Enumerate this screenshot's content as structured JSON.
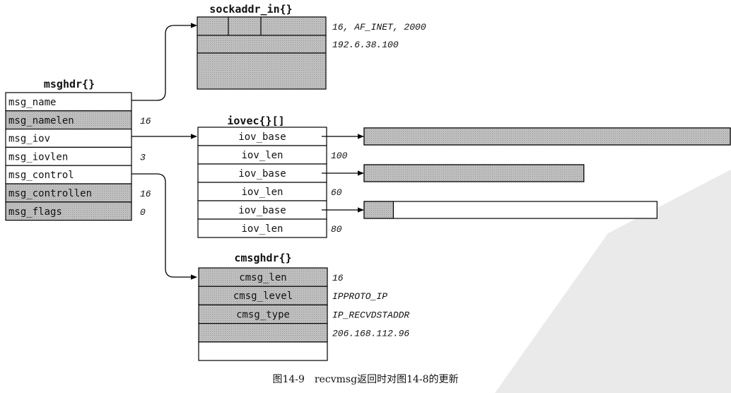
{
  "colors": {
    "shaded": "#bdbdbd",
    "white": "#ffffff",
    "line": "#000000",
    "watermark": "#d9d9d9"
  },
  "sockaddr": {
    "title": "sockaddr_in{}",
    "values": [
      "16, AF_INET, 2000",
      "192.6.38.100"
    ]
  },
  "msghdr": {
    "title": "msghdr{}",
    "fields": [
      {
        "name": "msg_name",
        "value": "",
        "shaded": false
      },
      {
        "name": "msg_namelen",
        "value": "16",
        "shaded": true
      },
      {
        "name": "msg_iov",
        "value": "",
        "shaded": false
      },
      {
        "name": "msg_iovlen",
        "value": "3",
        "shaded": false
      },
      {
        "name": "msg_control",
        "value": "",
        "shaded": false
      },
      {
        "name": "msg_controllen",
        "value": "16",
        "shaded": true
      },
      {
        "name": "msg_flags",
        "value": "0",
        "shaded": true
      }
    ]
  },
  "iovec": {
    "title": "iovec{}[]",
    "fields": [
      {
        "name": "iov_base",
        "value": ""
      },
      {
        "name": "iov_len",
        "value": "100"
      },
      {
        "name": "iov_base",
        "value": ""
      },
      {
        "name": "iov_len",
        "value": "60"
      },
      {
        "name": "iov_base",
        "value": ""
      },
      {
        "name": "iov_len",
        "value": "80"
      }
    ],
    "buffers": [
      {
        "size": 100,
        "filled": 100
      },
      {
        "size": 60,
        "filled": 60
      },
      {
        "size": 80,
        "filled": 8
      }
    ]
  },
  "cmsghdr": {
    "title": "cmsghdr{}",
    "fields": [
      {
        "name": "cmsg_len",
        "value": "16",
        "shaded": true
      },
      {
        "name": "cmsg_level",
        "value": "IPPROTO_IP",
        "shaded": true
      },
      {
        "name": "cmsg_type",
        "value": "IP_RECVDSTADDR",
        "shaded": true
      },
      {
        "name": "",
        "value": "206.168.112.96",
        "shaded": true
      },
      {
        "name": "",
        "value": "",
        "shaded": false
      }
    ]
  },
  "caption": "图14-9　recvmsg返回时对图14-8的更新"
}
